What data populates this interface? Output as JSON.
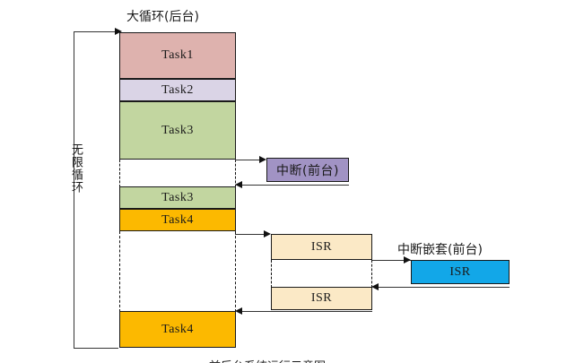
{
  "diagram": {
    "title_main": "大循环(后台)",
    "title_interrupt": "中断嵌套(前台)",
    "loop_label": "无限循环",
    "bottom_caption": "前后台系统运行示意图",
    "colors": {
      "task1": "#deb2ae",
      "task2": "#dad4e6",
      "task3": "#c2d6a0",
      "task4": "#fcb900",
      "interrupt": "#a193c4",
      "isr": "#fbe9c6",
      "isr_nested": "#12a7e8",
      "stroke": "#1a1a1a"
    },
    "boxes": [
      {
        "id": "task1",
        "label": "Task1"
      },
      {
        "id": "task2",
        "label": "Task2"
      },
      {
        "id": "task3a",
        "label": "Task3"
      },
      {
        "id": "task3b",
        "label": "Task3"
      },
      {
        "id": "task4a",
        "label": "Task4"
      },
      {
        "id": "task4b",
        "label": "Task4"
      },
      {
        "id": "interrupt",
        "label": "中断(前台)"
      },
      {
        "id": "isr1",
        "label": "ISR"
      },
      {
        "id": "isr2",
        "label": "ISR"
      },
      {
        "id": "isr_nested",
        "label": "ISR"
      }
    ]
  }
}
